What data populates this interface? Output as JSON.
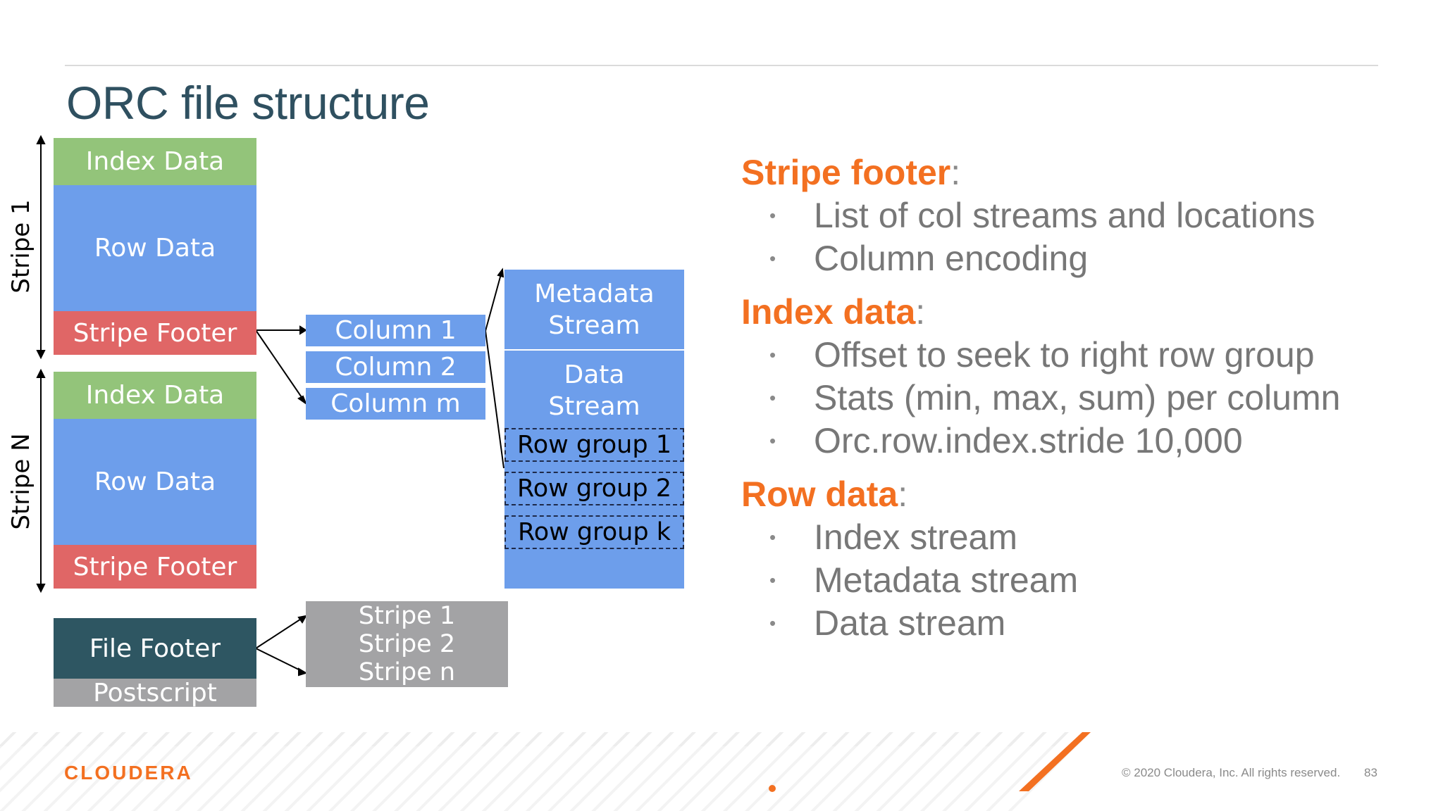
{
  "title": "ORC file structure",
  "diagram": {
    "stripe1_label": "Stripe 1",
    "stripeN_label": "Stripe N",
    "stripe1": {
      "index": "Index Data",
      "row": "Row Data",
      "footer": "Stripe Footer"
    },
    "stripeN": {
      "index": "Index Data",
      "row": "Row Data",
      "footer": "Stripe Footer"
    },
    "file_footer": "File Footer",
    "postscript": "Postscript",
    "columns": [
      "Column 1",
      "Column 2",
      "Column m"
    ],
    "metadata_stream": [
      "Metadata",
      "Stream"
    ],
    "data_stream": [
      "Data",
      "Stream"
    ],
    "row_groups": [
      "Row group 1",
      "Row group 2",
      "Row group k"
    ],
    "stripes_list": [
      "Stripe 1",
      "Stripe 2",
      "Stripe n"
    ]
  },
  "sections": [
    {
      "heading": "Stripe footer",
      "colon": ":",
      "bullets": [
        "List of col streams and locations",
        "Column encoding"
      ]
    },
    {
      "heading": "Index data",
      "colon": ":",
      "bullets": [
        "Offset to seek to right row group",
        "Stats (min, max, sum) per column",
        "Orc.row.index.stride 10,000"
      ]
    },
    {
      "heading": "Row data",
      "colon": ":",
      "bullets": [
        "Index stream",
        "Metadata stream",
        "Data stream"
      ]
    }
  ],
  "bullet_glyph": "•",
  "footer": {
    "logo": "CLOUDERA",
    "copyright": "© 2020 Cloudera, Inc. All rights reserved.",
    "page": "83"
  },
  "colors": {
    "accent": "#f37021",
    "title": "#2f5060",
    "index": "#93c47a",
    "row": "#6d9eeb",
    "footer": "#e06666",
    "file_footer": "#2e5662",
    "grey": "#a3a3a5"
  }
}
